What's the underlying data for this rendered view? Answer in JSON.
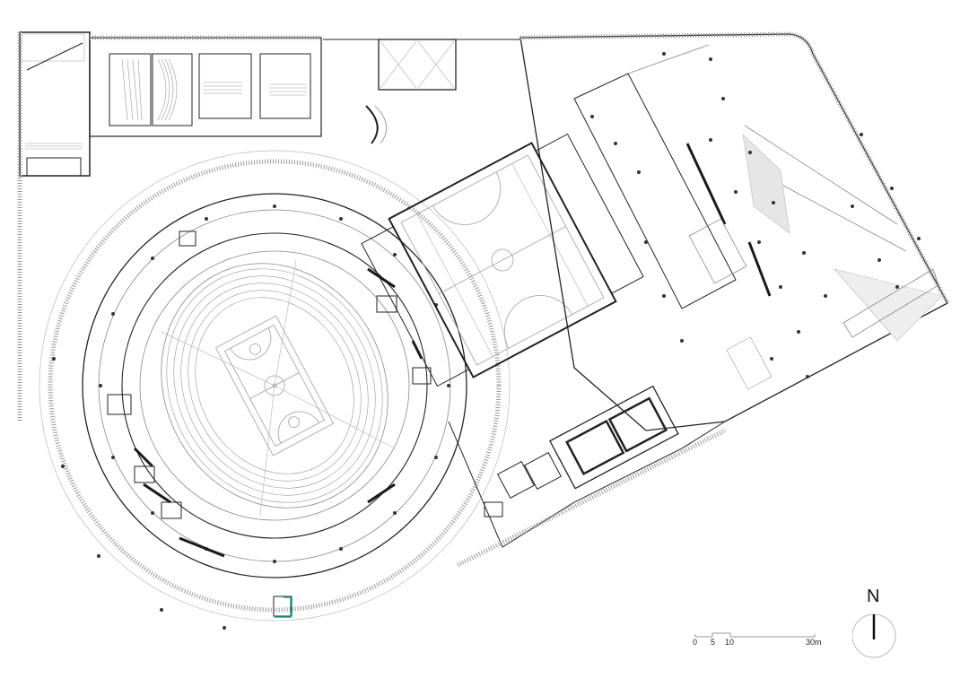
{
  "drawing": {
    "type": "architectural floor plan",
    "background": "#ffffff",
    "line_color": "#222222",
    "accent_color": "#1aa58a",
    "zones": [
      {
        "id": "arena",
        "shape": "circular",
        "feature": "basketball court with tiered seating bowl"
      },
      {
        "id": "training-gym",
        "shape": "rectangular rotated",
        "feature": "training basketball court"
      },
      {
        "id": "cinema-wing",
        "shape": "rectangular",
        "feature": "auditoriums with raked seating"
      },
      {
        "id": "retail-hall",
        "shape": "trapezoidal rotated",
        "feature": "column-grid open hall"
      },
      {
        "id": "pool-block",
        "shape": "rectangular rotated",
        "feature": "pools"
      }
    ]
  },
  "scale_bar": {
    "labels": [
      "0",
      "5",
      "10",
      "30m"
    ],
    "unit": "m"
  },
  "north_arrow": {
    "letter": "N"
  }
}
